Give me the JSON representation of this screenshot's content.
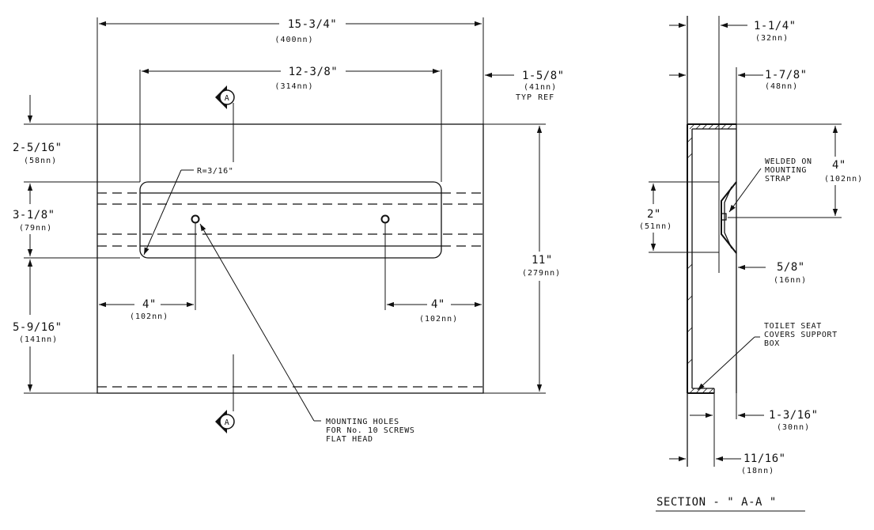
{
  "front_view": {
    "dims": {
      "overall_width": "15-3/4\"",
      "overall_width_mm": "(400nn)",
      "slot_width": "12-3/8\"",
      "slot_width_mm": "(314nn)",
      "edge_offset": "1-5/8\"",
      "edge_offset_mm": "(41nn)",
      "edge_offset_note": "TYP REF",
      "top_height": "2-5/16\"",
      "top_height_mm": "(58nn)",
      "slot_height": "3-1/8\"",
      "slot_height_mm": "(79nn)",
      "bottom_height": "5-9/16\"",
      "bottom_height_mm": "(141nn)",
      "overall_height": "11\"",
      "overall_height_mm": "(279nn)",
      "hole_left_offset": "4\"",
      "hole_left_offset_mm": "(102nn)",
      "hole_right_offset": "4\"",
      "hole_right_offset_mm": "(102nn)",
      "radius": "R=3/16\""
    },
    "section_marker_label": "A",
    "mounting_holes_note": [
      "MOUNTING HOLES",
      "FOR No. 10 SCREWS",
      "FLAT HEAD"
    ]
  },
  "section_view": {
    "dims": {
      "flange_depth": "1-1/4\"",
      "flange_depth_mm": "(32nn)",
      "top_depth": "1-7/8\"",
      "top_depth_mm": "(48nn)",
      "strap_height": "4\"",
      "strap_height_mm": "(102nn)",
      "opening_height": "2\"",
      "opening_height_mm": "(51nn)",
      "strap_offset": "5/8\"",
      "strap_offset_mm": "(16nn)",
      "bottom_depth": "1-3/16\"",
      "bottom_depth_mm": "(30nn)",
      "wall_depth": "11/16\"",
      "wall_depth_mm": "(18nn)"
    },
    "strap_note": [
      "WELDED ON",
      "MOUNTING",
      "STRAP"
    ],
    "support_note": [
      "TOILET SEAT",
      "COVERS SUPPORT",
      "BOX"
    ],
    "title": "SECTION - \" A-A \""
  }
}
